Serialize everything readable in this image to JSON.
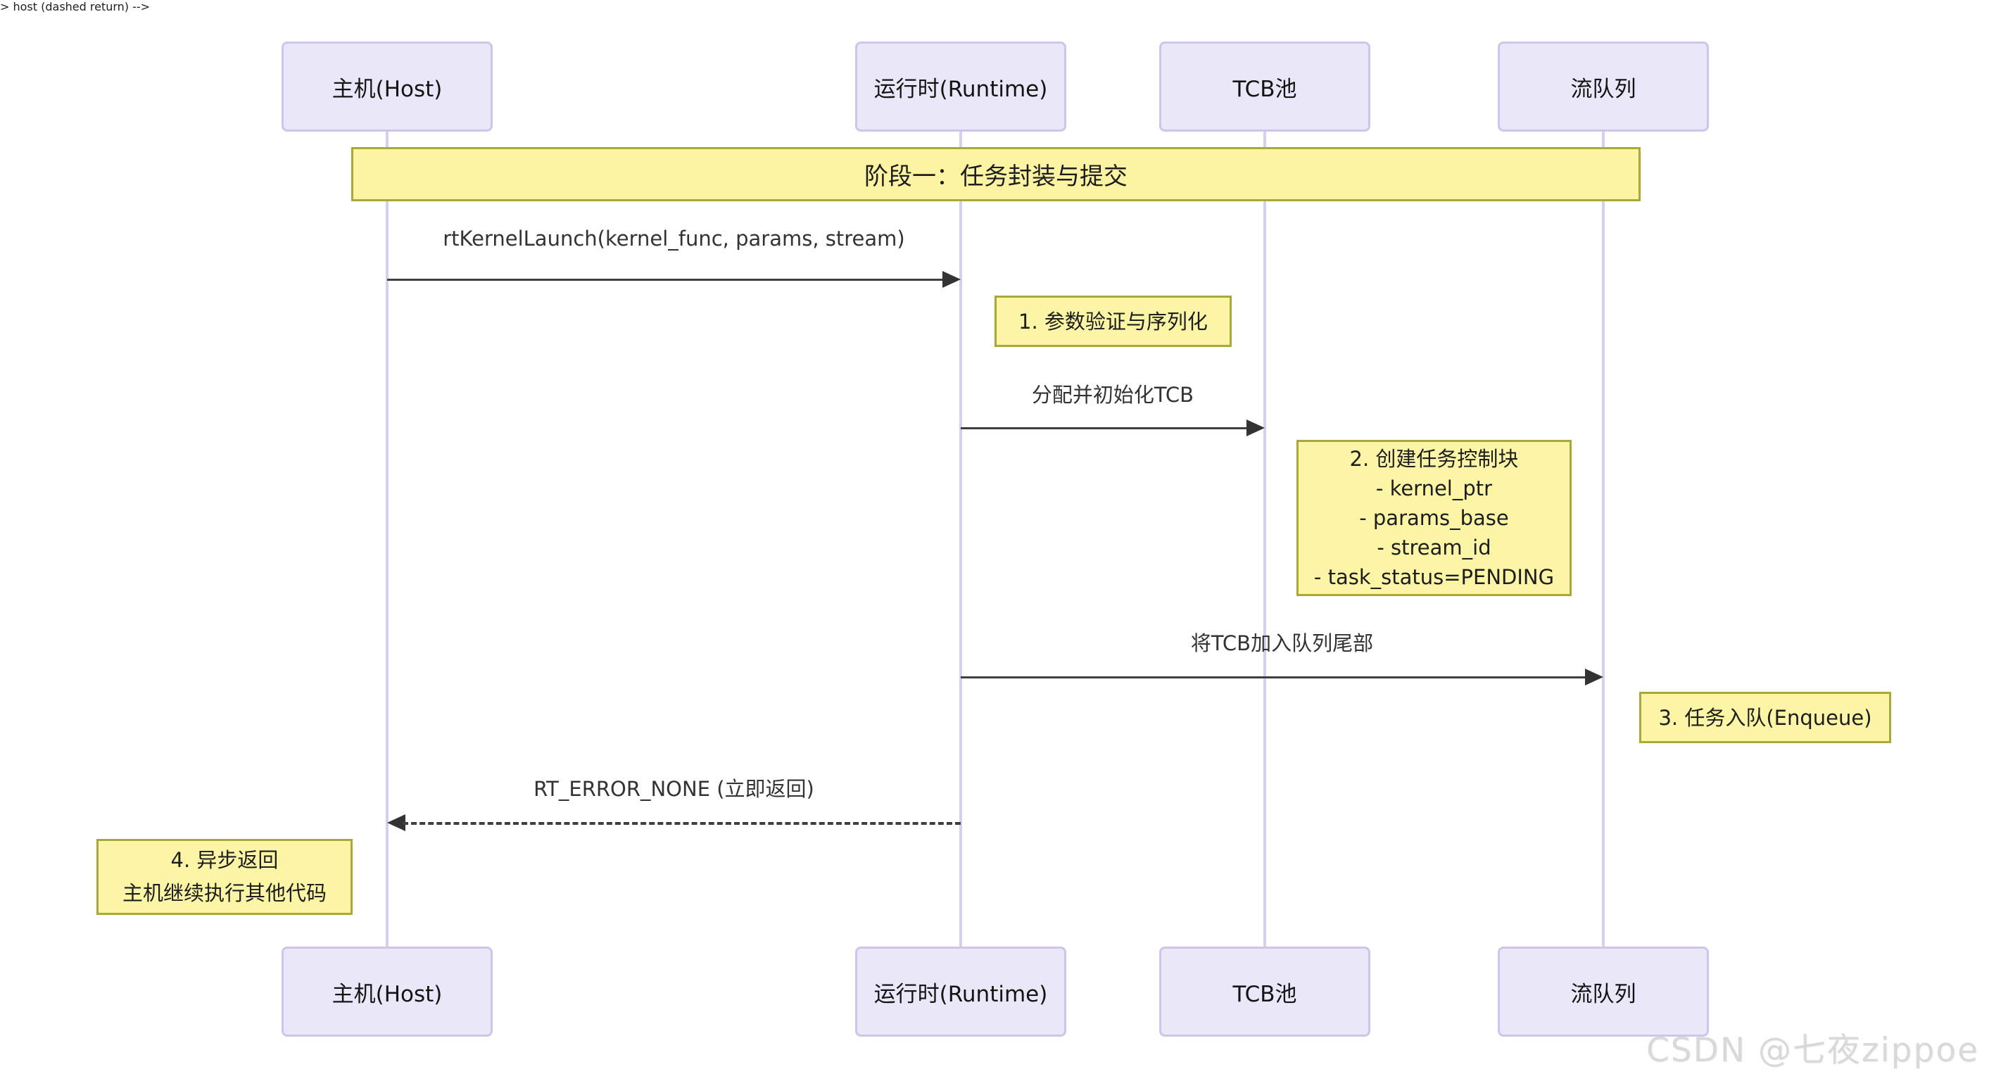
{
  "diagram": {
    "title_banner": "阶段一：任务封装与提交",
    "participants": [
      {
        "label": "主机(Host)"
      },
      {
        "label": "运行时(Runtime)"
      },
      {
        "label": "TCB池"
      },
      {
        "label": "流队列"
      }
    ],
    "messages": [
      {
        "text": "rtKernelLaunch(kernel_func, params, stream)",
        "from": "主机(Host)",
        "to": "运行时(Runtime)",
        "style": "solid"
      },
      {
        "text": "分配并初始化TCB",
        "from": "运行时(Runtime)",
        "to": "TCB池",
        "style": "solid"
      },
      {
        "text": "将TCB加入队列尾部",
        "from": "运行时(Runtime)",
        "to": "流队列",
        "style": "solid"
      },
      {
        "text": "RT_ERROR_NONE (立即返回)",
        "from": "运行时(Runtime)",
        "to": "主机(Host)",
        "style": "dashed"
      }
    ],
    "notes": [
      {
        "text": "1. 参数验证与序列化"
      },
      {
        "text": "2. 创建任务控制块\n- kernel_ptr\n- params_base\n- stream_id\n- task_status=PENDING"
      },
      {
        "text": "3. 任务入队(Enqueue)"
      },
      {
        "text": "4. 异步返回\n主机继续执行其他代码"
      }
    ],
    "watermark": "CSDN @七夜zippoe",
    "colors": {
      "participant_fill": "#EAE8F8",
      "participant_border": "#CFC5EA",
      "lifeline": "#D7CFF0",
      "note_fill": "#FCF5A6",
      "note_border": "#A9A93A",
      "banner_fill": "#FCF4A3",
      "arrow": "#3F3F3F",
      "message_text": "#333333",
      "watermark_text": "#D9D9D9"
    }
  }
}
